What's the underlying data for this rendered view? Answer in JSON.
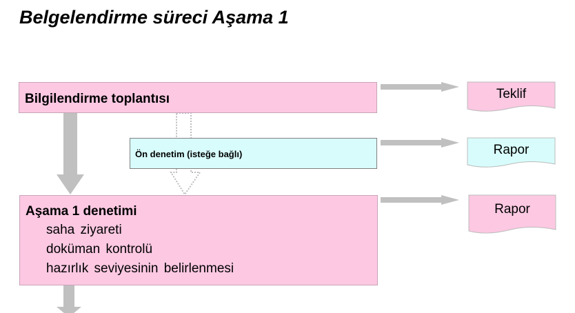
{
  "title": "Belgelendirme süreci Aşama 1",
  "steps": {
    "info_meeting": "Bilgilendirme toplantısı",
    "pre_audit": "Ön denetim (isteğe bağlı)",
    "stage1": {
      "heading": "Aşama 1 denetimi",
      "items": [
        "saha ziyareti",
        "doküman kontrolü",
        "hazırlık seviyesinin belirlenmesi"
      ]
    }
  },
  "outputs": [
    "Teklif",
    "Rapor",
    "Rapor"
  ],
  "colors": {
    "pink": "#fcc8e2",
    "cyan": "#d8fcfc",
    "arrow": "#c0c0c0"
  }
}
